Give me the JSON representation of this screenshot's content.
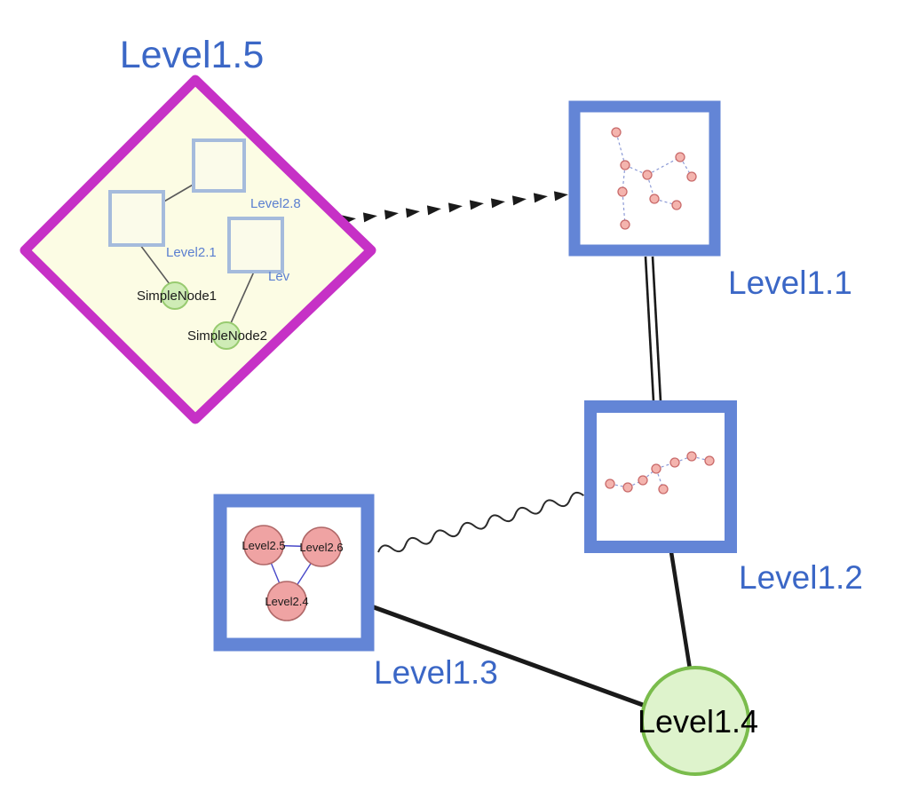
{
  "diagram": {
    "top_nodes": {
      "level15": {
        "label": "Level1.5",
        "type": "group-diamond",
        "border_color": "#c631c6",
        "fill_color": "#fcfce4"
      },
      "level11": {
        "label": "Level1.1",
        "type": "group-square",
        "border_color": "#6385d6",
        "fill_color": "#ffffff"
      },
      "level12": {
        "label": "Level1.2",
        "type": "group-square",
        "border_color": "#6385d6",
        "fill_color": "#ffffff"
      },
      "level13": {
        "label": "Level1.3",
        "type": "group-square",
        "border_color": "#6385d6",
        "fill_color": "#ffffff"
      },
      "level14": {
        "label": "Level1.4",
        "type": "circle",
        "border_color": "#7abc4c",
        "fill_color": "#def3cc"
      }
    },
    "level15_children": {
      "level28": {
        "label": "Level2.8",
        "type": "square"
      },
      "level21": {
        "label": "Level2.1",
        "type": "square"
      },
      "lev_truncated": {
        "label": "Lev",
        "type": "square"
      },
      "simplenode1": {
        "label": "SimpleNode1",
        "type": "green-circle"
      },
      "simplenode2": {
        "label": "SimpleNode2",
        "type": "green-circle"
      }
    },
    "level13_children": {
      "level25": {
        "label": "Level2.5",
        "type": "pink-circle"
      },
      "level26": {
        "label": "Level2.6",
        "type": "pink-circle"
      },
      "level24": {
        "label": "Level2.4",
        "type": "pink-circle"
      }
    },
    "edges": [
      {
        "from": "Level1.5",
        "to": "Level1.1",
        "style": "dashed-arrowheads"
      },
      {
        "from": "Level1.1",
        "to": "Level1.2",
        "style": "double-line"
      },
      {
        "from": "Level1.3",
        "to": "Level1.2",
        "style": "wavy-line"
      },
      {
        "from": "Level1.3",
        "to": "Level1.4",
        "style": "solid-thick"
      },
      {
        "from": "Level1.2",
        "to": "Level1.4",
        "style": "solid-thick"
      }
    ],
    "level15_inner_edges": [
      {
        "from": "Level2.8",
        "to": "Level2.1"
      },
      {
        "from": "Level2.1",
        "to": "SimpleNode1"
      },
      {
        "from": "Lev",
        "to": "SimpleNode2"
      }
    ],
    "level13_inner_edges": [
      {
        "from": "Level2.5",
        "to": "Level2.6"
      },
      {
        "from": "Level2.5",
        "to": "Level2.4"
      },
      {
        "from": "Level2.6",
        "to": "Level2.4"
      }
    ],
    "colors": {
      "label_blue": "#3b67c6",
      "inner_label_blue": "#5b7fd0",
      "diamond_border": "#c631c6",
      "diamond_fill": "#fcfce4",
      "group_square_border": "#6385d6",
      "inner_square_border": "#a5bbdc",
      "green_node_fill": "#cfecb6",
      "green_node_border": "#98cb70",
      "green_big_fill": "#def3cc",
      "green_big_border": "#7abc4c",
      "pink_node_fill": "#efa3a3",
      "pink_node_border": "#b06868",
      "mini_node_fill": "#f4b4ae",
      "mini_node_border": "#c96a6a",
      "edge_black": "#1a1a1a"
    }
  }
}
